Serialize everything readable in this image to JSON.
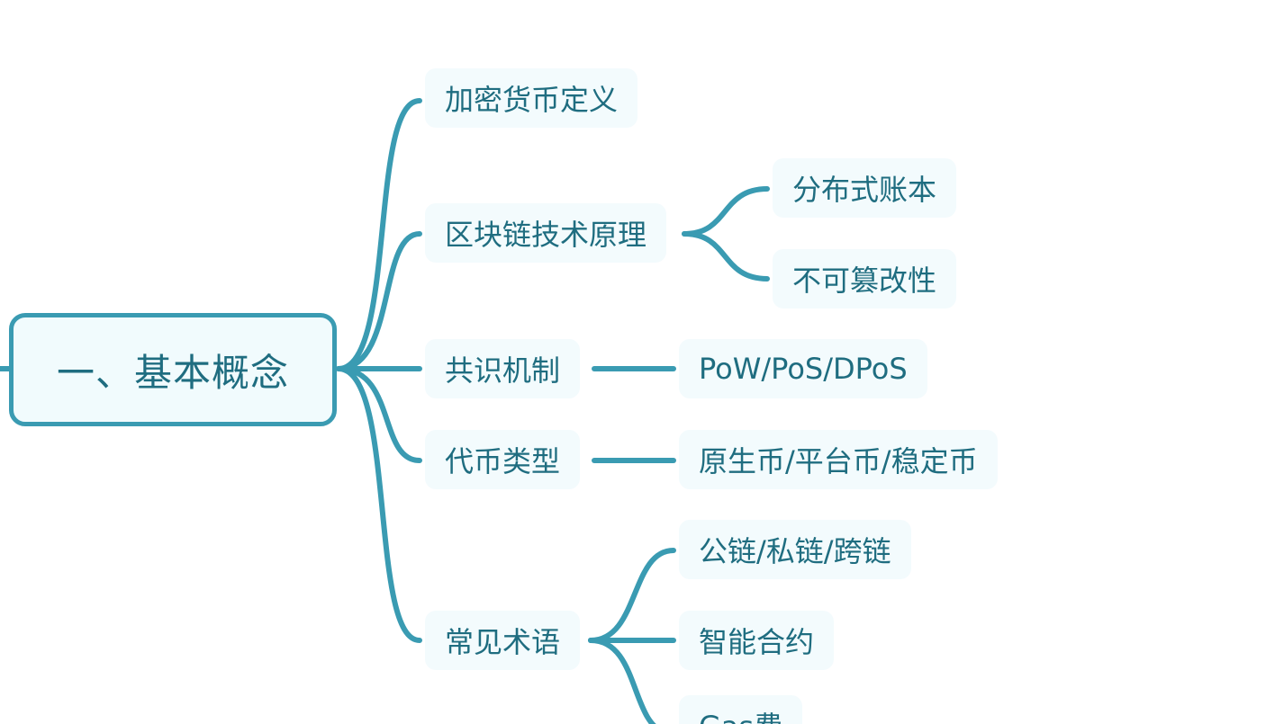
{
  "diagram": {
    "root": {
      "label": "一、基本概念"
    },
    "branches": [
      {
        "label": "加密货币定义",
        "children": []
      },
      {
        "label": "区块链技术原理",
        "children": [
          {
            "label": "分布式账本"
          },
          {
            "label": "不可篡改性"
          }
        ]
      },
      {
        "label": "共识机制",
        "children": [
          {
            "label": "PoW/PoS/DPoS"
          }
        ]
      },
      {
        "label": "代币类型",
        "children": [
          {
            "label": "原生币/平台币/稳定币"
          }
        ]
      },
      {
        "label": "常见术语",
        "children": [
          {
            "label": "公链/私链/跨链"
          },
          {
            "label": "智能合约"
          },
          {
            "label": "Gas费"
          }
        ]
      }
    ]
  },
  "colors": {
    "line": "#3a9bb2",
    "text": "#1f6d80",
    "node_fill": "#f3fbfd"
  }
}
